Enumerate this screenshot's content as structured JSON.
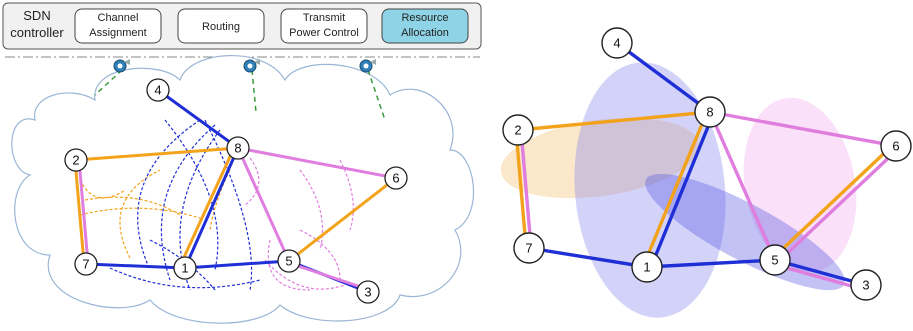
{
  "controller": {
    "name_line1": "SDN",
    "name_line2": "controller",
    "modules": [
      {
        "line1": "Channel",
        "line2": "Assignment",
        "highlighted": false
      },
      {
        "line1": "Routing",
        "line2": "",
        "highlighted": false
      },
      {
        "line1": "Transmit",
        "line2": "Power Control",
        "highlighted": false
      },
      {
        "line1": "Resource",
        "line2": "Allocation",
        "highlighted": true
      }
    ]
  },
  "nodes": [
    "1",
    "2",
    "3",
    "4",
    "5",
    "6",
    "7",
    "8"
  ],
  "colors": {
    "blue_link": "#1f2fd6",
    "orange_link": "#f2a31b",
    "pink_link": "#e07ee0",
    "highlight_box": "#8fd3e6",
    "cloud_stroke": "#9bb6d6",
    "dash_green": "#3a9a3a"
  }
}
